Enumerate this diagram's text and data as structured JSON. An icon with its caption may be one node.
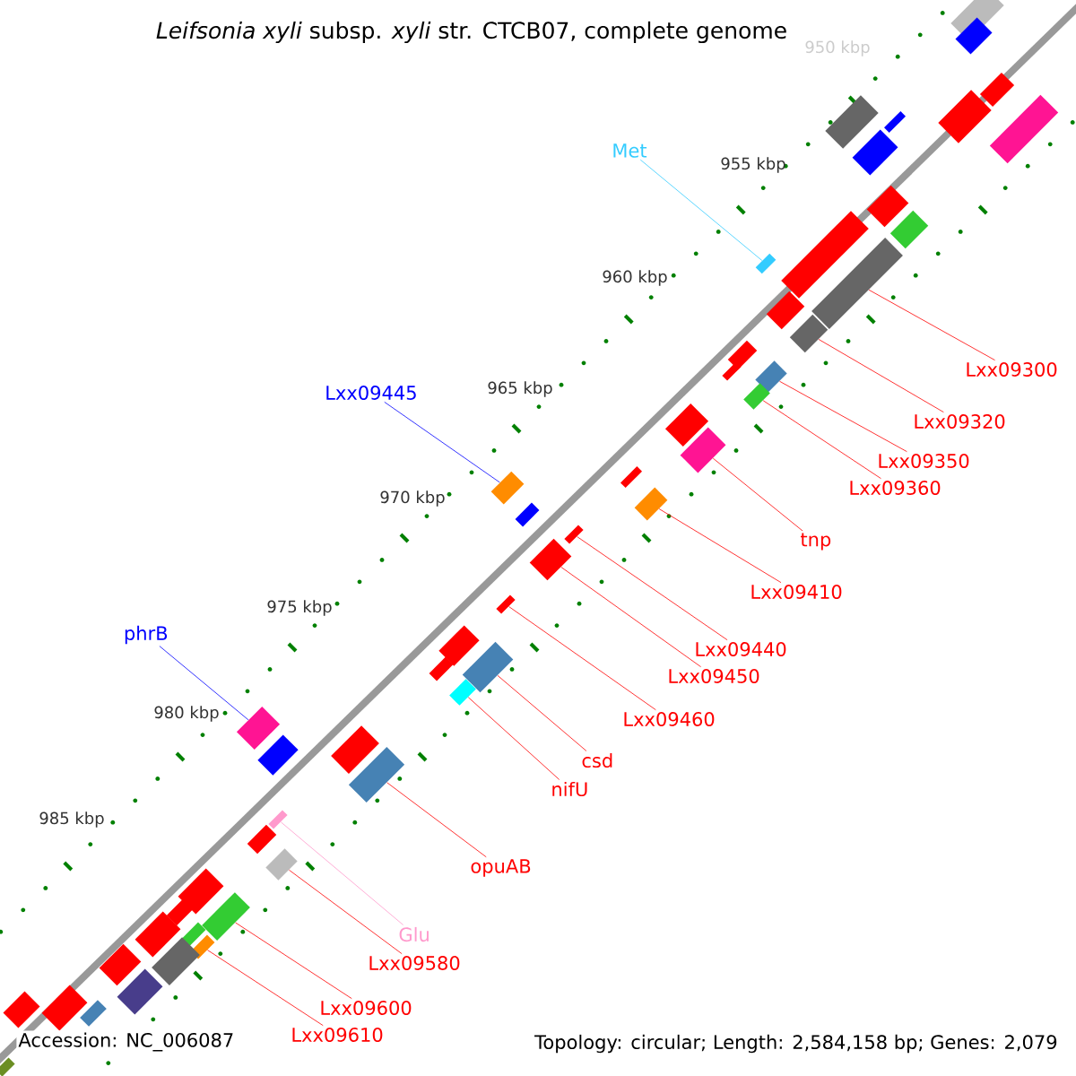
{
  "diagram": {
    "title": "*Leifsonia xyli* subsp. *xyli* str. CTCB07, complete genome",
    "nodes": [
      {
        "text": [
          "Met"
        ]
      },
      {
        "text": [],
        "shape": "box"
      },
      {
        "text": [
          "Lxx09300"
        ]
      },
      {
        "text": [],
        "shape": "box"
      },
      {
        "text": [
          "Lxx09320"
        ]
      },
      {
        "text": [],
        "shape": "box"
      },
      {
        "text": [
          "Lxx09350"
        ]
      },
      {
        "text": [],
        "shape": "box"
      },
      {
        "text": [
          "Lxx09360"
        ]
      },
      {
        "text": [],
        "shape": "box"
      },
      {
        "text": [
          "tnp"
        ]
      },
      {
        "text": [],
        "shape": "box"
      },
      {
        "text": [
          "Lxx09445"
        ]
      },
      {
        "text": [],
        "shape": "box"
      },
      {
        "text": [
          "Lxx09410"
        ]
      },
      {
        "text": [],
        "shape": "box"
      },
      {
        "text": [
          "Lxx09440"
        ]
      },
      {
        "text": [],
        "shape": "box"
      },
      {
        "text": [
          "Lxx09450"
        ]
      },
      {
        "text": [],
        "shape": "box"
      },
      {
        "text": [
          "phrB"
        ]
      },
      {
        "text": [],
        "shape": "box"
      },
      {
        "text": [
          "Lxx09460"
        ]
      },
      {
        "text": [],
        "shape": "box"
      },
      {
        "text": [
          "csd"
        ]
      },
      {
        "text": [],
        "shape": "box"
      },
      {
        "text": [
          "nifU"
        ]
      },
      {
        "text": [],
        "shape": "box"
      },
      {
        "text": [
          "opuAB"
        ]
      },
      {
        "text": [],
        "shape": "box"
      },
      {
        "text": [
          "Glu"
        ]
      },
      {
        "text": [],
        "shape": "box"
      },
      {
        "text": [
          "Lxx09580"
        ]
      },
      {
        "text": [],
        "shape": "box"
      },
      {
        "text": [
          "Lxx09600"
        ]
      },
      {
        "text": [],
        "shape": "box"
      },
      {
        "text": [
          "Lxx09610"
        ]
      },
      {
        "text": [],
        "shape": "box"
      },
      {
        "text": [],
        "shape": "box"
      },
      {
        "text": [],
        "shape": "box"
      },
      {
        "text": [],
        "shape": "box"
      },
      {
        "text": [],
        "shape": "box"
      },
      {
        "text": [],
        "shape": "box"
      },
      {
        "text": [],
        "shape": "box"
      },
      {
        "text": [],
        "shape": "box"
      },
      {
        "text": [],
        "shape": "box"
      },
      {
        "text": [],
        "shape": "box"
      },
      {
        "text": [],
        "shape": "box"
      },
      {
        "text": [],
        "shape": "box"
      },
      {
        "text": [],
        "shape": "box"
      },
      {
        "text": [],
        "shape": "box"
      },
      {
        "text": [],
        "shape": "box"
      },
      {
        "text": [],
        "shape": "box"
      },
      {
        "text": [],
        "shape": "box"
      },
      {
        "text": [],
        "shape": "box"
      },
      {
        "text": [],
        "shape": "box"
      },
      {
        "text": [],
        "shape": "box"
      },
      {
        "text": [],
        "shape": "box"
      },
      {
        "text": [],
        "shape": "box"
      },
      {
        "text": [],
        "shape": "box"
      },
      {
        "text": [],
        "shape": "box"
      },
      {
        "text": [],
        "shape": "box"
      },
      {
        "text": [],
        "shape": "box"
      },
      {
        "text": [],
        "shape": "box"
      },
      {
        "text": [],
        "shape": "box"
      },
      {
        "text": [],
        "shape": "box"
      },
      {
        "text": [],
        "shape": "box"
      },
      {
        "text": [],
        "shape": "box"
      },
      {
        "text": [],
        "shape": "box"
      },
      {
        "text": [],
        "shape": "box"
      },
      {
        "text": [],
        "shape": "box"
      }
    ],
    "edges": [
      {
        "from": 0,
        "to": 1,
        "arrow": "none",
        "color": "#33ccff"
      },
      {
        "from": 2,
        "to": 3,
        "arrow": "none"
      },
      {
        "from": 4,
        "to": 5,
        "arrow": "none"
      },
      {
        "from": 6,
        "to": 7,
        "arrow": "none"
      },
      {
        "from": 8,
        "to": 9,
        "arrow": "none"
      },
      {
        "from": 10,
        "to": 11,
        "arrow": "none"
      },
      {
        "from": 12,
        "to": 13,
        "arrow": "none",
        "color": "#0000ff"
      },
      {
        "from": 14,
        "to": 15,
        "arrow": "none"
      },
      {
        "from": 16,
        "to": 17,
        "arrow": "none"
      },
      {
        "from": 18,
        "to": 19,
        "arrow": "none"
      },
      {
        "from": 20,
        "to": 21,
        "arrow": "none",
        "color": "#0000ff"
      },
      {
        "from": 22,
        "to": 23,
        "arrow": "none"
      },
      {
        "from": 24,
        "to": 25,
        "arrow": "none"
      },
      {
        "from": 26,
        "to": 27,
        "arrow": "none"
      },
      {
        "from": 28,
        "to": 29,
        "arrow": "none"
      },
      {
        "from": 30,
        "to": 31,
        "arrow": "none",
        "color": "#ff99cc"
      },
      {
        "from": 32,
        "to": 33,
        "arrow": "none"
      },
      {
        "from": 34,
        "to": 35,
        "arrow": "none"
      },
      {
        "from": 36,
        "to": 37,
        "arrow": "none"
      }
    ],
    "labels": [
      "950 kbp",
      "955 kbp",
      "960 kbp",
      "965 kbp",
      "970 kbp",
      "975 kbp",
      "980 kbp",
      "985 kbp",
      "Accession: NC_006087",
      "Topology: circular; Length: 2,584,158 bp; Genes: 2,079"
    ]
  }
}
